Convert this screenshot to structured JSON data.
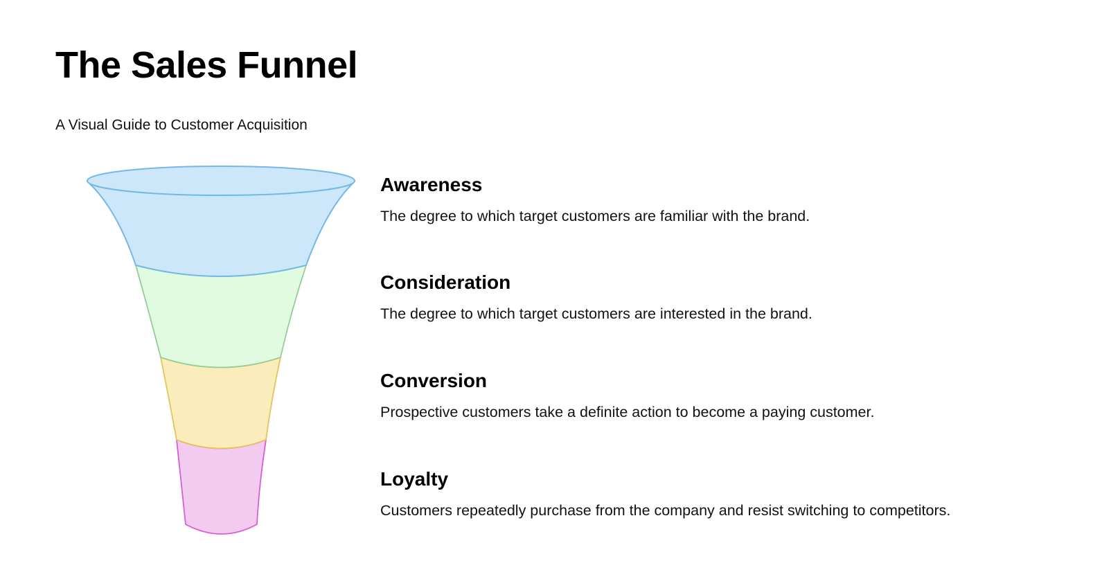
{
  "header": {
    "title": "The Sales Funnel",
    "subtitle": "A Visual Guide to Customer Acquisition"
  },
  "stages": [
    {
      "name": "Awareness",
      "description": "The degree to which target customers are familiar with the brand.",
      "fill": "#cce6fa",
      "stroke": "#74b8e8"
    },
    {
      "name": "Consideration",
      "description": "The degree to which target customers are interested in the brand.",
      "fill": "#e0fbe0",
      "stroke": "#96cc96"
    },
    {
      "name": "Conversion",
      "description": "Prospective customers take a definite action to become a paying customer.",
      "fill": "#fbedbb",
      "stroke": "#e6c25a"
    },
    {
      "name": "Loyalty",
      "description": "Customers repeatedly purchase from the company and resist switching to competitors.",
      "fill": "#f3cbf1",
      "stroke": "#d65fd2"
    }
  ]
}
